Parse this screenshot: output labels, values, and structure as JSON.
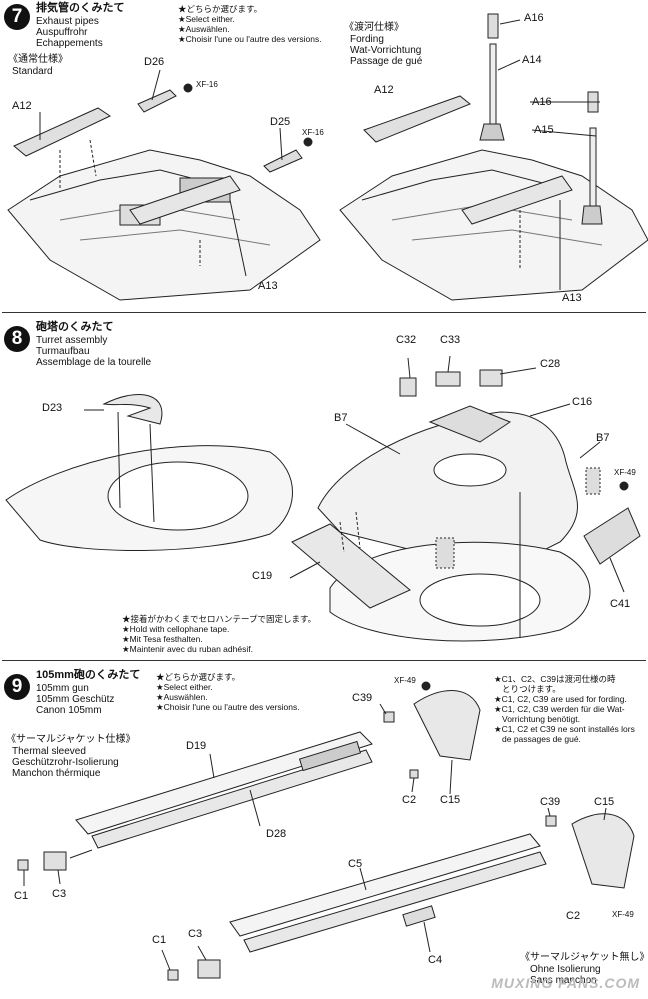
{
  "step7": {
    "number": "7",
    "title_jp": "排気管のくみたて",
    "title_en": "Exhaust pipes",
    "title_de": "Auspuffrohr",
    "title_fr": "Echappements",
    "note": [
      "★どちらか選びます。",
      "★Select either.",
      "★Auswählen.",
      "★Choisir l'une ou l'autre des versions."
    ],
    "variant_left_jp": "《通常仕様》",
    "variant_left_en": "Standard",
    "variant_right_jp": "《渡河仕様》",
    "variant_right_en": "Fording",
    "variant_right_de": "Wat-Vorrichtung",
    "variant_right_fr": "Passage de gué",
    "labels": {
      "d26": "D26",
      "d25": "D25",
      "a12_left": "A12",
      "a13_left": "A13",
      "a12_right": "A12",
      "a13_right": "A13",
      "a16_top": "A16",
      "a14": "A14",
      "a16_mid": "A16",
      "a15": "A15"
    },
    "paints": {
      "xf16_a": "XF-16",
      "xf16_b": "XF-16"
    }
  },
  "step8": {
    "number": "8",
    "title_jp": "砲塔のくみたて",
    "title_en": "Turret assembly",
    "title_de": "Turmaufbau",
    "title_fr": "Assemblage de la tourelle",
    "labels": {
      "d23": "D23",
      "c32": "C32",
      "c33": "C33",
      "c28": "C28",
      "c16": "C16",
      "b7_left": "B7",
      "b7_right": "B7",
      "c19": "C19",
      "c41": "C41"
    },
    "paints": {
      "xf49": "XF-49"
    },
    "note": [
      "★接着がかわくまでセロハンテープで固定します。",
      "★Hold with cellophane tape.",
      "★Mit Tesa festhalten.",
      "★Maintenir avec du ruban adhésif."
    ]
  },
  "step9": {
    "number": "9",
    "title_jp": "105mm砲のくみたて",
    "title_en": "105mm gun",
    "title_de": "105mm Geschütz",
    "title_fr": "Canon 105mm",
    "note": [
      "★どちらか選びます。",
      "★Select either.",
      "★Auswählen.",
      "★Choisir l'une ou l'autre des versions."
    ],
    "variant_jp": "《サーマルジャケット仕様》",
    "variant_en": "Thermal sleeved",
    "variant_de": "Geschützrohr-Isolierung",
    "variant_fr": "Manchon thérmique",
    "fording_note": [
      "★C1、C2、C39は渡河仕様の時",
      "とりつけます。",
      "★C1, C2, C39 are used for fording.",
      "★C1, C2, C39 werden für die Wat-",
      "Vorrichtung benötigt.",
      "★C1, C2 et C39 ne sont installés lors",
      "de passages de gué."
    ],
    "labels": {
      "c39_top": "C39",
      "c2_top": "C2",
      "c15_top": "C15",
      "d19": "D19",
      "d28": "D28",
      "c1_top": "C1",
      "c3_top": "C3",
      "c39_bot": "C39",
      "c15_bot": "C15",
      "c5": "C5",
      "c2_bot": "C2",
      "c1_bot": "C1",
      "c3_bot": "C3",
      "c4": "C4"
    },
    "paints": {
      "xf49_top": "XF-49",
      "xf49_bot": "XF-49"
    },
    "variant_bottom_jp": "《サーマルジャケット無し》",
    "variant_bottom_de": "Ohne Isolierung",
    "variant_bottom_fr": "Sans manchon"
  },
  "watermark": "MUXING FANS.COM"
}
